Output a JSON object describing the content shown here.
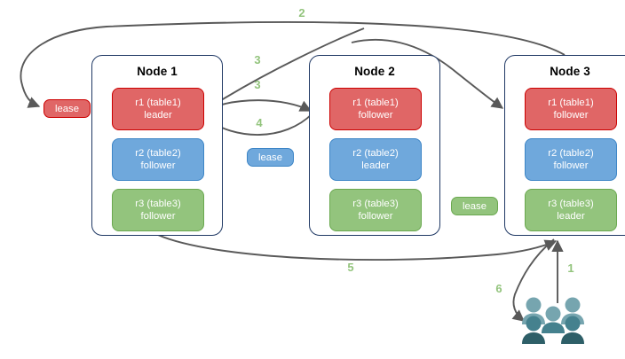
{
  "diagram": {
    "title": "",
    "colors": {
      "red_fill": "#e06666",
      "red_stroke": "#cc0000",
      "blue_fill": "#6fa8dc",
      "blue_stroke": "#3d85c6",
      "green_fill": "#93c47d",
      "green_stroke": "#6aa84f",
      "node_border": "#1f3864",
      "arrow": "#595959",
      "step_label": "#93c47d",
      "users_light": "#76a5af",
      "users_dark": "#45818e",
      "users_darker": "#2e5f68"
    },
    "nodes": [
      {
        "title": "Node 1",
        "replicas": [
          {
            "line1": "r1 (table1)",
            "line2": "leader",
            "color": "red"
          },
          {
            "line1": "r2 (table2)",
            "line2": "follower",
            "color": "blue"
          },
          {
            "line1": "r3 (table3)",
            "line2": "follower",
            "color": "green"
          }
        ]
      },
      {
        "title": "Node 2",
        "replicas": [
          {
            "line1": "r1 (table1)",
            "line2": "follower",
            "color": "red"
          },
          {
            "line1": "r2 (table2)",
            "line2": "leader",
            "color": "blue"
          },
          {
            "line1": "r3 (table3)",
            "line2": "follower",
            "color": "green"
          }
        ]
      },
      {
        "title": "Node 3",
        "replicas": [
          {
            "line1": "r1 (table1)",
            "line2": "follower",
            "color": "red"
          },
          {
            "line1": "r2 (table2)",
            "line2": "follower",
            "color": "blue"
          },
          {
            "line1": "r3 (table3)",
            "line2": "leader",
            "color": "green"
          }
        ]
      }
    ],
    "leases": [
      {
        "label": "lease",
        "color": "red"
      },
      {
        "label": "lease",
        "color": "blue"
      },
      {
        "label": "lease",
        "color": "green"
      }
    ],
    "steps": [
      {
        "label": "2"
      },
      {
        "label": "3"
      },
      {
        "label": "3"
      },
      {
        "label": "4"
      },
      {
        "label": "5"
      },
      {
        "label": "1"
      },
      {
        "label": "6"
      }
    ],
    "users_icon_name": "users-icon"
  }
}
